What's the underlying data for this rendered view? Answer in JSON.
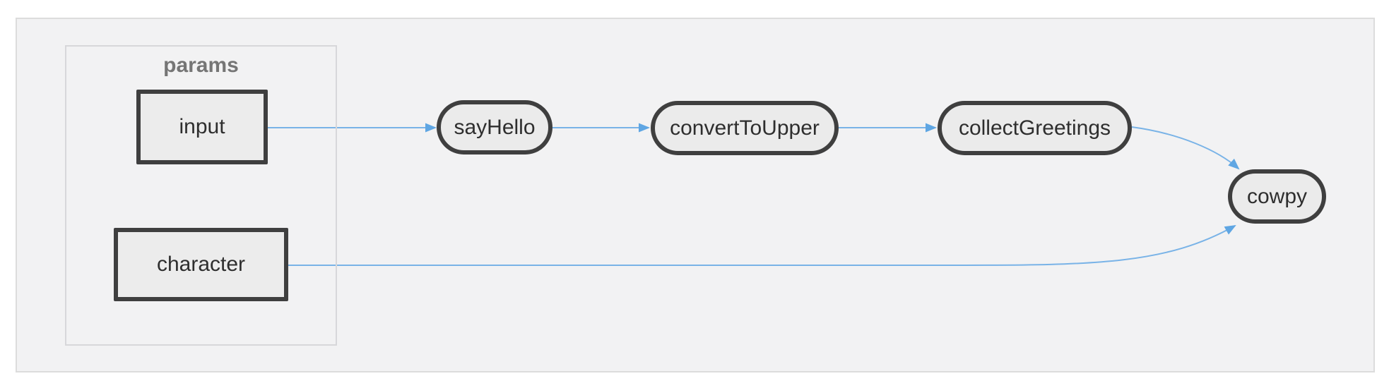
{
  "diagram": {
    "type": "flowchart",
    "direction": "left-to-right",
    "group": {
      "id": "params",
      "label": "params"
    },
    "nodes": [
      {
        "id": "input",
        "label": "input",
        "shape": "rectangle",
        "group": "params"
      },
      {
        "id": "character",
        "label": "character",
        "shape": "rectangle",
        "group": "params"
      },
      {
        "id": "sayHello",
        "label": "sayHello",
        "shape": "pill"
      },
      {
        "id": "convertToUpper",
        "label": "convertToUpper",
        "shape": "pill"
      },
      {
        "id": "collectGreetings",
        "label": "collectGreetings",
        "shape": "pill"
      },
      {
        "id": "cowpy",
        "label": "cowpy",
        "shape": "pill"
      }
    ],
    "edges": [
      {
        "from": "input",
        "to": "sayHello"
      },
      {
        "from": "sayHello",
        "to": "convertToUpper"
      },
      {
        "from": "convertToUpper",
        "to": "collectGreetings"
      },
      {
        "from": "collectGreetings",
        "to": "cowpy"
      },
      {
        "from": "character",
        "to": "cowpy"
      }
    ],
    "colors": {
      "edge_stroke": "#79b3e7",
      "arrowhead_fill": "#5fa6e3",
      "node_border": "#3f3f3f",
      "node_fill": "#ebebeb",
      "node_text": "#2e2e2e",
      "group_border": "#d7d7da",
      "group_label_text": "#757575",
      "panel_background": "#f2f2f3",
      "panel_border": "#dcdcdc"
    }
  }
}
